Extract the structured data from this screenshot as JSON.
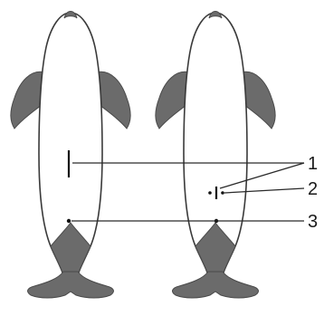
{
  "callouts": [
    {
      "number": "1"
    },
    {
      "number": "2"
    },
    {
      "number": "3"
    }
  ],
  "colors": {
    "outline": "#3a3a3a",
    "fins_and_tail": "#6b6b6b",
    "leader_lines": "#2a2a2a"
  },
  "figures": [
    {
      "name": "left-dolphin"
    },
    {
      "name": "right-dolphin"
    }
  ]
}
